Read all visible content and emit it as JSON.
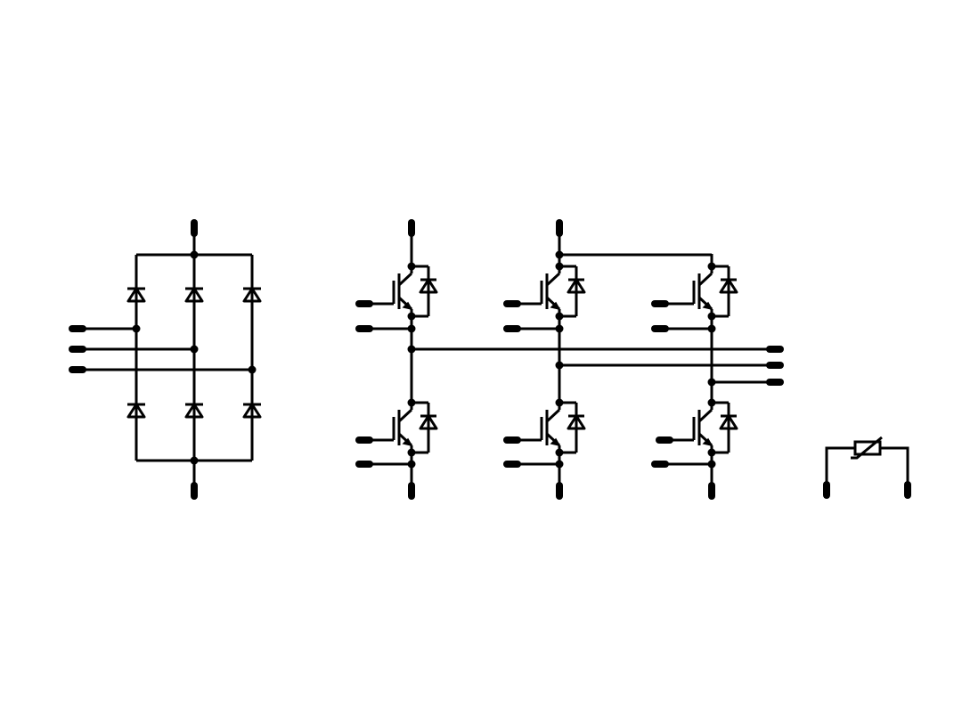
{
  "diagram": {
    "stroke_color": "#000000",
    "background_color": "#ffffff",
    "components": [
      {
        "kind": "diode-bridge",
        "diodes": 6,
        "ac_inputs": 3,
        "dc_outputs": 2
      },
      {
        "kind": "igbt-inverter",
        "switches": 6,
        "phase_outputs": 3
      },
      {
        "kind": "thermistor",
        "terminals": 2
      }
    ]
  }
}
